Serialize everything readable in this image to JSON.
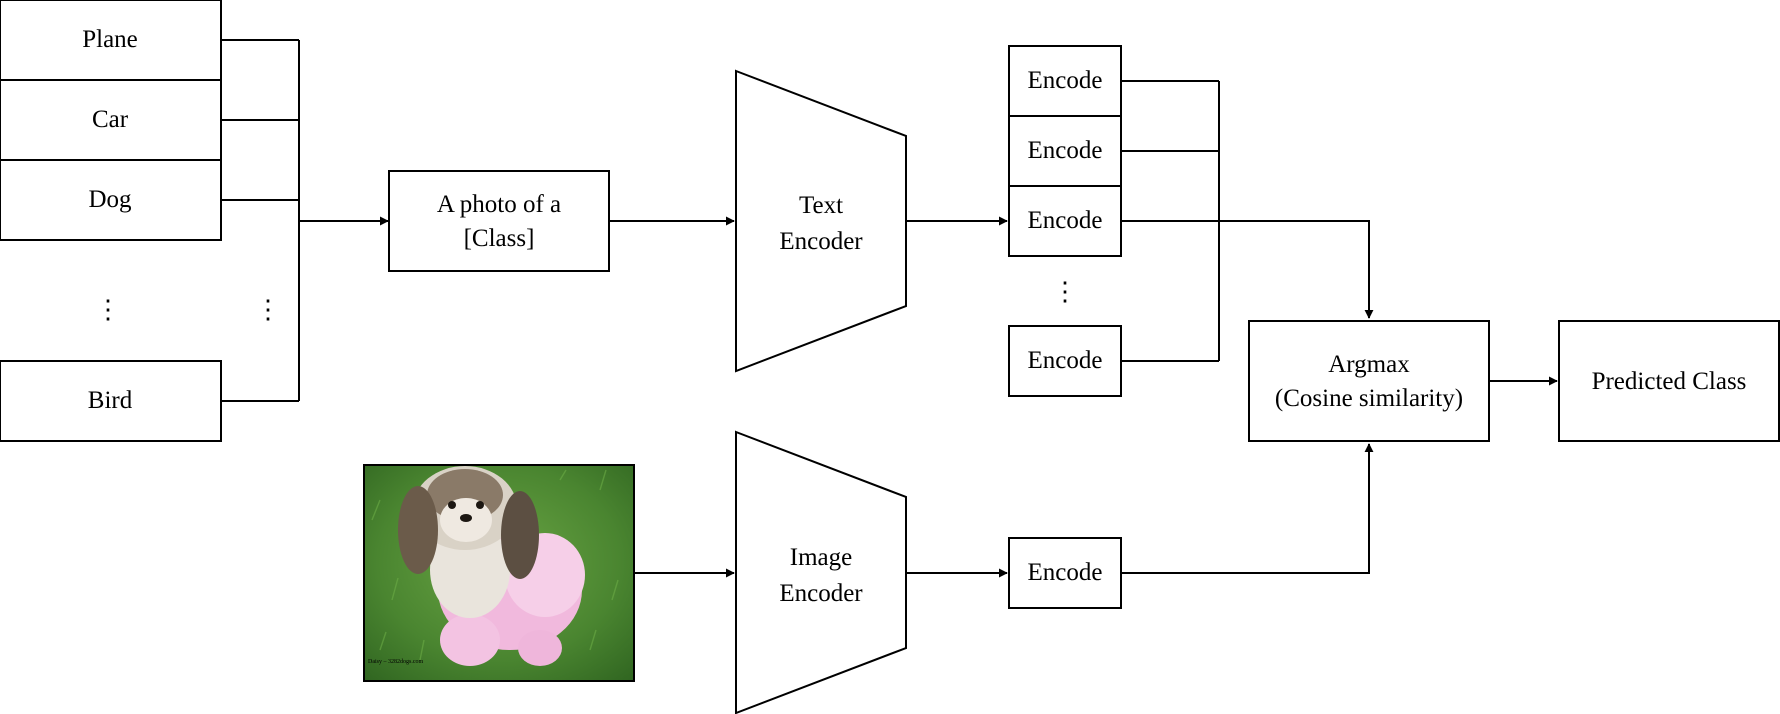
{
  "classes": [
    "Plane",
    "Car",
    "Dog",
    "Bird"
  ],
  "class_ellipsis": "⋮",
  "prompt": {
    "line1": "A photo of a",
    "line2": "[Class]"
  },
  "text_encoder": {
    "line1": "Text",
    "line2": "Encoder"
  },
  "image_encoder": {
    "line1": "Image",
    "line2": "Encoder"
  },
  "text_encodes": [
    "Encode",
    "Encode",
    "Encode",
    "Encode"
  ],
  "encode_ellipsis": "⋮",
  "image_encode": "Encode",
  "argmax": {
    "line1": "Argmax",
    "line2": "(Cosine similarity)"
  },
  "predicted": "Predicted Class",
  "photo": {
    "subject": "dog-photo",
    "watermark": "Daisy – 3282dogs.com"
  },
  "colors": {
    "stroke": "#000000",
    "background": "#ffffff",
    "grass": "#4f8a34",
    "fur": "#e9e4dc",
    "coat": "#f1b9dd"
  }
}
